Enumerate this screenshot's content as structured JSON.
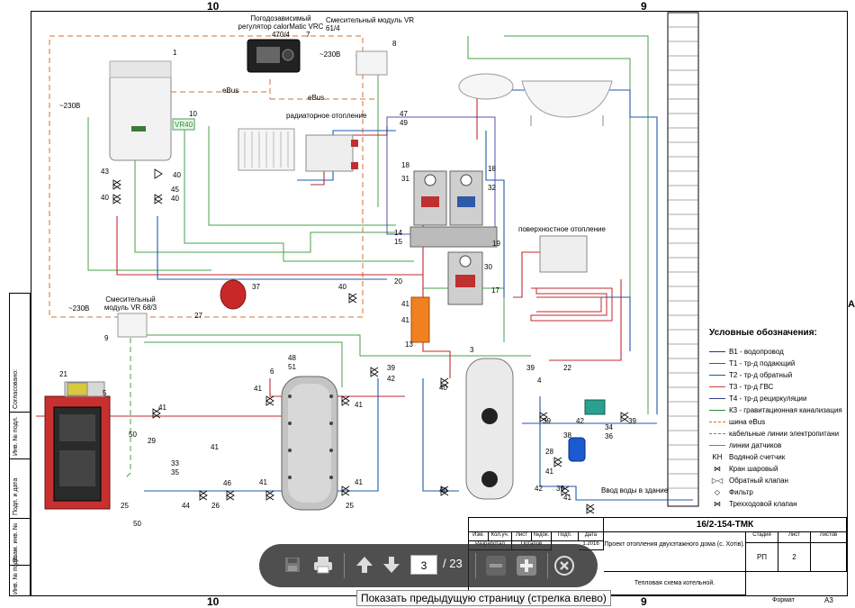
{
  "sheet": {
    "zone_top_left": "10",
    "zone_top_right": "9",
    "zone_bottom_left": "10",
    "zone_bottom_right": "9",
    "zone_right_letter": "A"
  },
  "devices": {
    "regulator_title": "Погодозависимый регулятор calorMatic VRC 470/4",
    "mixing_module_top": "Смесительный модуль VR 61/4",
    "mixing_module_left": "Смесительный модуль VR 68/3",
    "radiator_heating": "радиаторное отопление",
    "surface_heating": "поверхностное отопление",
    "vr40_label": "VR40",
    "ebus_1": "eBus",
    "ebus_2": "eBus",
    "power_1": "~230В",
    "power_2": "~230В",
    "power_3": "~230В",
    "water_inlet": "Ввод воды в здание"
  },
  "numbers": [
    "1",
    "7",
    "8",
    "10",
    "43",
    "40",
    "45",
    "40",
    "40",
    "47",
    "49",
    "18",
    "31",
    "18",
    "32",
    "14",
    "15",
    "19",
    "30",
    "17",
    "20",
    "41",
    "41",
    "13",
    "37",
    "27",
    "40",
    "9",
    "21",
    "5",
    "41",
    "50",
    "29",
    "33",
    "35",
    "46",
    "44",
    "26",
    "25",
    "50",
    "48",
    "51",
    "6",
    "41",
    "41",
    "41",
    "41",
    "41",
    "25",
    "39",
    "42",
    "3",
    "40",
    "40",
    "39",
    "4",
    "22",
    "39",
    "42",
    "34",
    "36",
    "39",
    "38",
    "28",
    "42",
    "39",
    "41",
    "41"
  ],
  "legend": {
    "title": "Условные обозначения:",
    "items": [
      {
        "code": "В1 - водопровод",
        "color": "#2a2aa0",
        "style": "solid"
      },
      {
        "code": "Т1 - тр-д подающий",
        "color": "#c0282d",
        "style": "solid"
      },
      {
        "code": "Т2 - тр-д обратный",
        "color": "#1c5aa8",
        "style": "solid"
      },
      {
        "code": "Т3 - тр-д ГВС",
        "color": "#d23a3a",
        "style": "solid"
      },
      {
        "code": "Т4 - тр-д рециркуляции",
        "color": "#3a3a90",
        "style": "solid"
      },
      {
        "code": "К3 - гравитационная канализация",
        "color": "#2e8b3a",
        "style": "solid"
      },
      {
        "code": "шина eBus",
        "color": "#d07030",
        "style": "dash"
      },
      {
        "code": "кабельные линии электропитани",
        "color": "#4aa04a",
        "style": "dash"
      },
      {
        "code": "линии датчиков",
        "color": "#4aa04a",
        "style": "solid"
      },
      {
        "code": "Водяной счетчик",
        "symbol": "KH"
      },
      {
        "code": "Кран шаровый",
        "symbol": "⋈"
      },
      {
        "code": "Обратный клапан",
        "symbol": "▷◁"
      },
      {
        "code": "Фильтр",
        "symbol": "◇"
      },
      {
        "code": "Трехходовой клапан",
        "symbol": "⋈"
      }
    ]
  },
  "side_strip": [
    "Согласовано:",
    "Инв. № подл.",
    "Подп. и дата",
    "Взам. инв. №",
    "Инв. № подл."
  ],
  "title_block": {
    "doc_number": "16/2-154-ТМК",
    "col_izm": "Изм.",
    "col_koluch": "Кол.уч.",
    "col_list": "Лист",
    "col_ndok": "№док.",
    "col_podp": "Подп.",
    "col_data": "Дата",
    "row_razrab": "Разработал",
    "row_razrab_name": "Потапов",
    "date": "1.2016",
    "project": "Проект отопления двухэтажного дома (с. Хотів).",
    "stage_hdr": "Стадия",
    "sheet_hdr": "Лист",
    "sheets_hdr": "Листов",
    "stage": "РП",
    "sheet": "2",
    "sheets": "",
    "drawing_title": "Тепловая схема котельной.",
    "format_label": "Формат",
    "format": "А3"
  },
  "viewer": {
    "current_page": "3",
    "total_pages": "/ 23",
    "tooltip": "Показать предыдущую страницу (стрелка влево)"
  }
}
